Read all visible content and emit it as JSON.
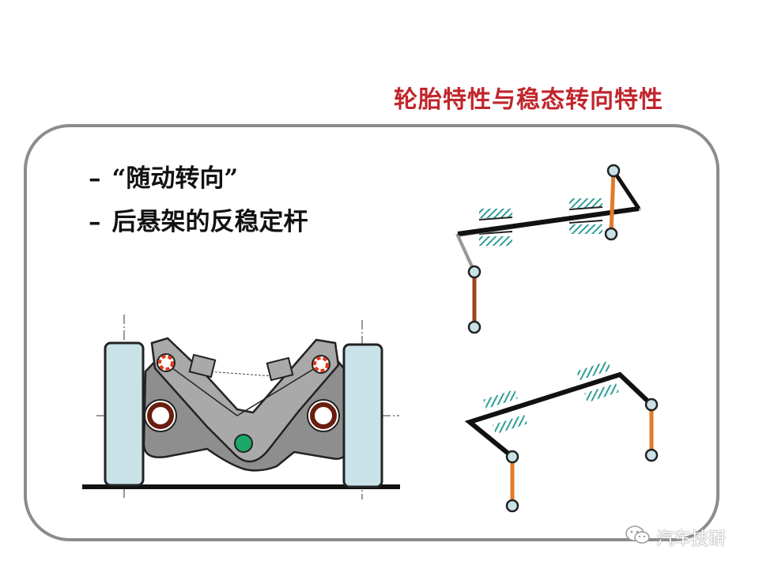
{
  "slide": {
    "title": "轮胎特性与稳态转向特性",
    "bullets": [
      {
        "dash": "–",
        "text": "“随动转向”"
      },
      {
        "dash": "–",
        "text": "后悬架的反稳定杆"
      }
    ],
    "watermark": "汽车技研"
  },
  "colors": {
    "title": "#c0262c",
    "frame": "#8c8c8c",
    "link_orange": "#e07b2a",
    "link_brown": "#a0441c",
    "bushing_hatch": "#2e9e96",
    "wheel_fill": "#c8e2e8",
    "body_gray": "#8e8e8e",
    "pivot_green": "#1aa86a"
  },
  "icons": {
    "watermark": "wechat-icon"
  }
}
